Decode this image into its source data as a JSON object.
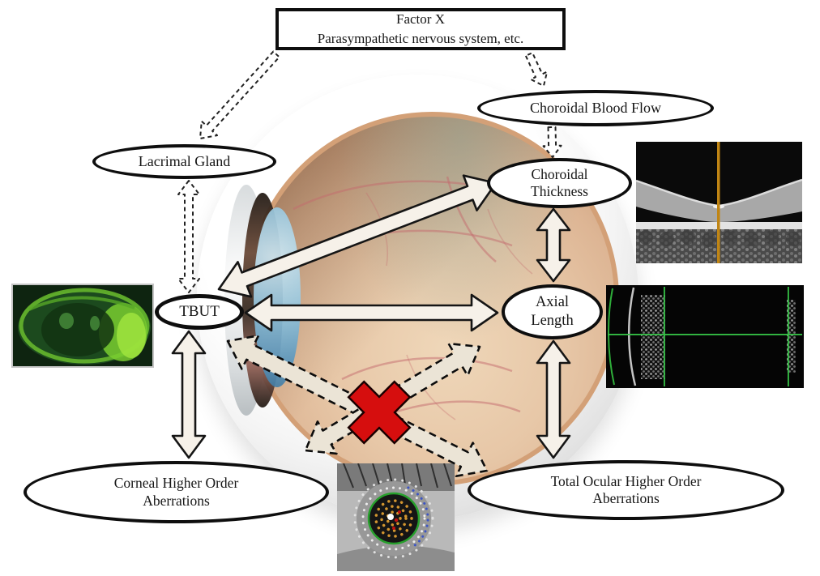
{
  "diagram": {
    "factor_x_line1": "Factor X",
    "factor_x_line2": "Parasympathetic nervous system, etc.",
    "choroidal_blood_flow": "Choroidal Blood Flow",
    "lacrimal_gland": "Lacrimal Gland",
    "choroidal_thickness_line1": "Choroidal",
    "choroidal_thickness_line2": "Thickness",
    "tbut": "TBUT",
    "axial_length_line1": "Axial",
    "axial_length_line2": "Length",
    "corneal_hoa_line1": "Corneal Higher Order",
    "corneal_hoa_line2": "Aberrations",
    "total_ocular_hoa_line1": "Total Ocular Higher Order",
    "total_ocular_hoa_line2": "Aberrations"
  },
  "edges": [
    {
      "from": "Factor X",
      "to": "Lacrimal Gland",
      "style": "dashed-hollow-arrow"
    },
    {
      "from": "Factor X",
      "to": "Choroidal Blood Flow",
      "style": "dashed-hollow-arrow"
    },
    {
      "from": "Choroidal Blood Flow",
      "to": "Choroidal Thickness",
      "style": "dashed-hollow-arrow"
    },
    {
      "from": "Lacrimal Gland",
      "to": "TBUT",
      "style": "dashed-hollow-double-arrow"
    },
    {
      "from": "TBUT",
      "to": "Choroidal Thickness",
      "style": "solid-double-arrow"
    },
    {
      "from": "TBUT",
      "to": "Axial Length",
      "style": "solid-double-arrow"
    },
    {
      "from": "Choroidal Thickness",
      "to": "Axial Length",
      "style": "solid-double-arrow"
    },
    {
      "from": "TBUT",
      "to": "Corneal Higher Order Aberrations",
      "style": "solid-double-arrow"
    },
    {
      "from": "Axial Length",
      "to": "Total Ocular Higher Order Aberrations",
      "style": "solid-double-arrow"
    },
    {
      "from": "TBUT",
      "to": "Total Ocular Higher Order Aberrations",
      "style": "dashed-double-arrow-crossed-out"
    },
    {
      "from": "Corneal Higher Order Aberrations",
      "to": "Axial Length",
      "style": "dashed-double-arrow-crossed-out"
    }
  ],
  "images": {
    "tear_film": "fluorescein-tear-film-photo",
    "oct_macula": "oct-macular-b-scan",
    "biometry": "optical-biometry-axial-length-scan",
    "wavefront": "wavefront-aberrometry-eye-photo"
  },
  "colors": {
    "background": "#ffffff",
    "node_border": "#0e0e0e",
    "red_x": "#d60e0e",
    "solid_arrow_fill": "#f6f1e9",
    "dashed_arrow_fill": "#ebe4d6",
    "eye_rim": "#d3a077"
  }
}
